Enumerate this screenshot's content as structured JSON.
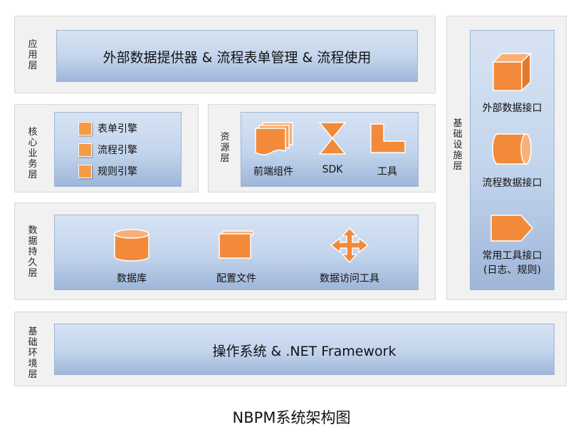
{
  "layers": {
    "app": {
      "label": "应用层",
      "content": "外部数据提供器 & 流程表单管理 & 流程使用"
    },
    "core": {
      "label": "核心业务层",
      "items": [
        "表单引擎",
        "流程引擎",
        "规则引擎"
      ]
    },
    "resource": {
      "label": "资源层",
      "items": [
        {
          "label": "前端组件",
          "icon": "documents-icon"
        },
        {
          "label": "SDK",
          "icon": "hourglass-icon"
        },
        {
          "label": "工具",
          "icon": "l-shape-icon"
        }
      ]
    },
    "persistence": {
      "label": "数据持久层",
      "items": [
        {
          "label": "数据库",
          "icon": "database-icon"
        },
        {
          "label": "配置文件",
          "icon": "scroll-icon"
        },
        {
          "label": "数据访问工具",
          "icon": "move-arrows-icon"
        }
      ]
    },
    "infrastructure": {
      "label": "基础设施层",
      "items": [
        {
          "label": "外部数据接口",
          "icon": "cube-icon"
        },
        {
          "label": "流程数据接口",
          "icon": "cylinder-icon"
        },
        {
          "label": "常用工具接口",
          "label2": "(日志、规则)",
          "icon": "pentagon-arrow-icon"
        }
      ]
    },
    "environment": {
      "label": "基础环境层",
      "content": "操作系统 & .NET Framework"
    }
  },
  "caption": "NBPM系统架构图",
  "colors": {
    "accent": "#f59a45",
    "panel_bg": "#f1f1f1",
    "box_top": "#d7e3f3",
    "box_bottom": "#9fb6d9"
  }
}
